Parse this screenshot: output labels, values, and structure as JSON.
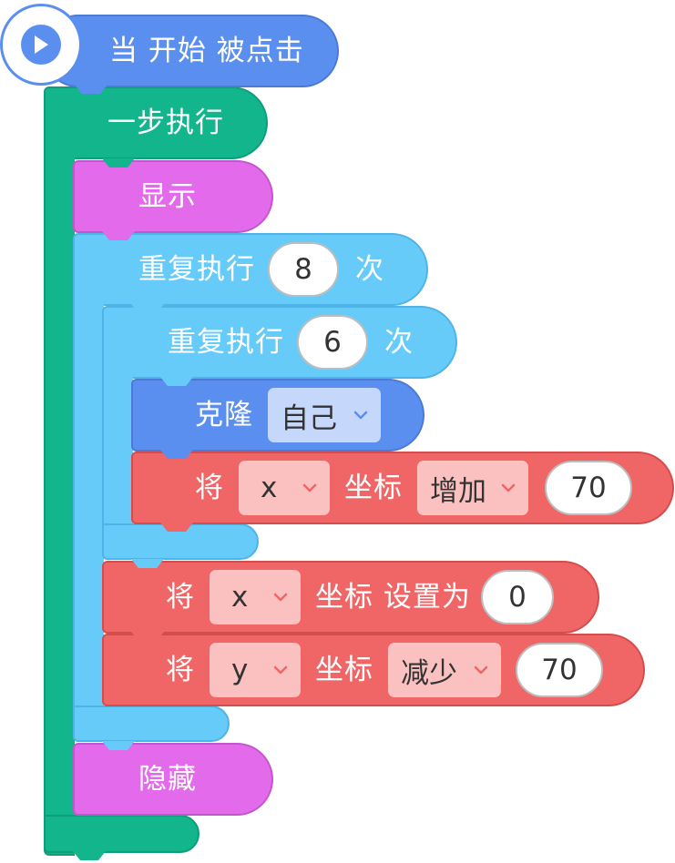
{
  "blocks": {
    "when_start_clicked": {
      "label": "当 开始 被点击",
      "icon": "play-icon"
    },
    "step_execute": {
      "label": "一步执行"
    },
    "show": {
      "label": "显示"
    },
    "repeat_outer": {
      "prefix": "重复执行",
      "count": "8",
      "suffix": "次"
    },
    "repeat_inner": {
      "prefix": "重复执行",
      "count": "6",
      "suffix": "次"
    },
    "clone": {
      "label": "克隆",
      "target": "自己"
    },
    "change_x": {
      "prefix": "将",
      "axis": "x",
      "mid": "坐标",
      "op": "增加",
      "value": "70"
    },
    "set_x": {
      "prefix": "将",
      "axis": "x",
      "mid": "坐标 设置为",
      "value": "0"
    },
    "change_y": {
      "prefix": "将",
      "axis": "y",
      "mid": "坐标",
      "op": "减少",
      "value": "70"
    },
    "hide": {
      "label": "隐藏"
    }
  },
  "colors": {
    "event": "#5B8FEF",
    "control_step": "#12B58C",
    "looks": "#E36BEB",
    "loop": "#67CBFA",
    "clone": "#5B8FEF",
    "motion": "#F06565"
  }
}
